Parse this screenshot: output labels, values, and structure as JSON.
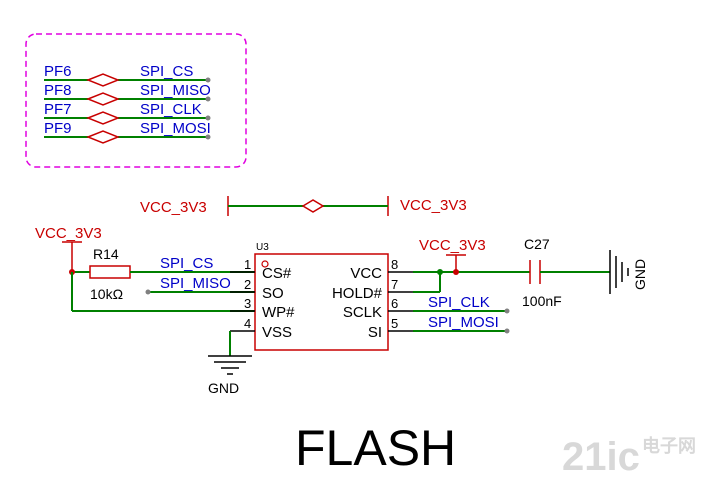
{
  "port_map": [
    {
      "pin": "PF6",
      "net": "SPI_CS"
    },
    {
      "pin": "PF8",
      "net": "SPI_MISO"
    },
    {
      "pin": "PF7",
      "net": "SPI_CLK"
    },
    {
      "pin": "PF9",
      "net": "SPI_MOSI"
    }
  ],
  "power_bridge": {
    "left": "VCC_3V3",
    "right": "VCC_3V3"
  },
  "resistor": {
    "supply": "VCC_3V3",
    "ref": "R14",
    "value": "10kΩ"
  },
  "ic": {
    "ref": "U3",
    "left_pins": [
      {
        "num": "1",
        "name": "CS#",
        "net": "SPI_CS"
      },
      {
        "num": "2",
        "name": "SO",
        "net": "SPI_MISO"
      },
      {
        "num": "3",
        "name": "WP#"
      },
      {
        "num": "4",
        "name": "VSS"
      }
    ],
    "right_pins": [
      {
        "num": "8",
        "name": "VCC"
      },
      {
        "num": "7",
        "name": "HOLD#"
      },
      {
        "num": "6",
        "name": "SCLK",
        "net": "SPI_CLK"
      },
      {
        "num": "5",
        "name": "SI",
        "net": "SPI_MOSI"
      }
    ]
  },
  "ic_supply": "VCC_3V3",
  "ic_ground": "GND",
  "capacitor": {
    "ref": "C27",
    "value": "100nF",
    "ground": "GND"
  },
  "title": "FLASH",
  "watermark": {
    "logo": "21ic",
    "cn": "电子网"
  },
  "colors": {
    "wire": "#008000",
    "net_label": "#0000c8",
    "power": "#c80000",
    "frame": "#e000e0"
  }
}
